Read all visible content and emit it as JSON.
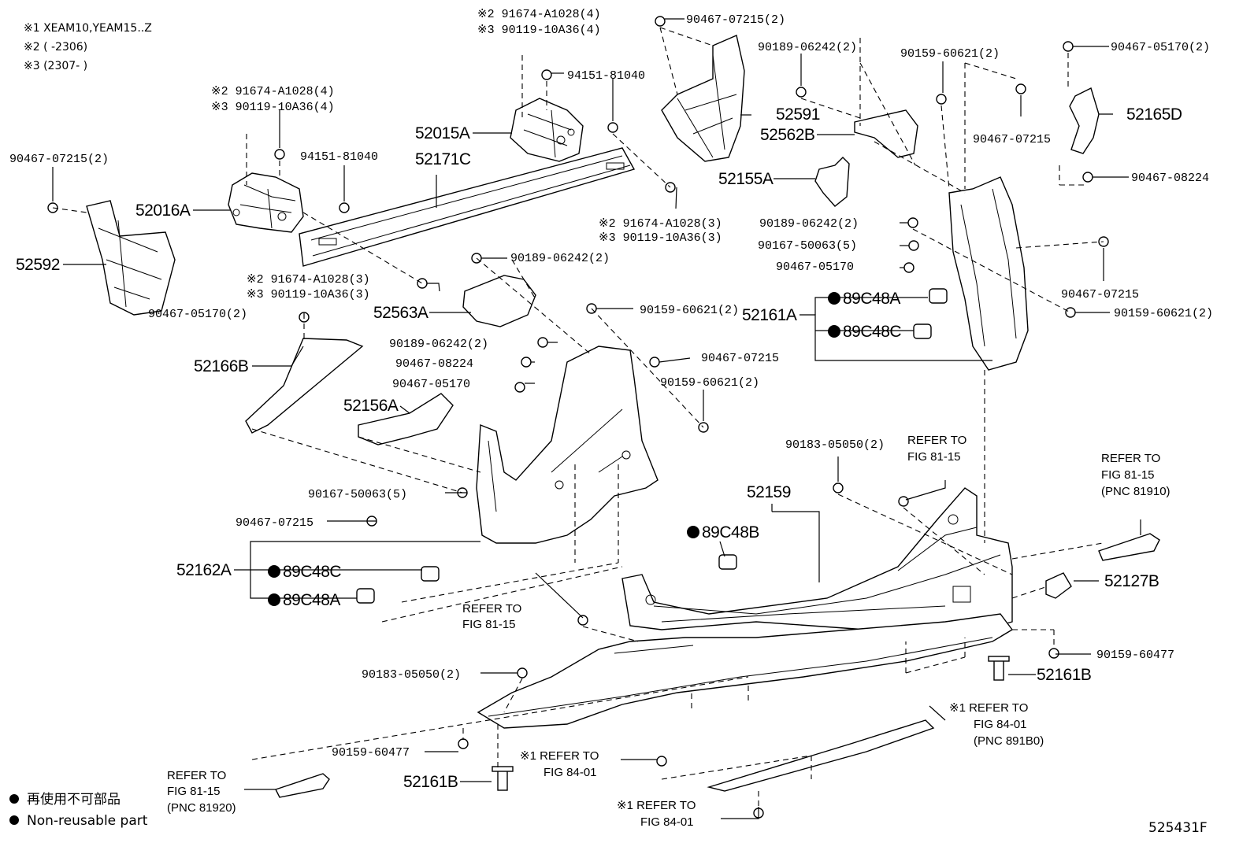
{
  "notes": {
    "n1": "※1 XEAM10,YEAM15..Z",
    "n2": "※2 (      -2306)",
    "n3": "※3 (2307-      )"
  },
  "legend": {
    "jp": "再使用不可部品",
    "en": "Non-reusable part"
  },
  "figure_id": "525431F",
  "pnc_labels": {
    "p52592": "52592",
    "p52016A": "52016A",
    "p52015A": "52015A",
    "p52171C": "52171C",
    "p52591": "52591",
    "p52562B": "52562B",
    "p52165D": "52165D",
    "p52155A": "52155A",
    "p52161A": "52161A",
    "p52563A": "52563A",
    "p52166B": "52166B",
    "p52156A": "52156A",
    "p52162A": "52162A",
    "p52159": "52159",
    "p52127B": "52127B",
    "p52161B_r": "52161B",
    "p52161B_l": "52161B",
    "c89C48A_r": "89C48A",
    "c89C48C_r": "89C48C",
    "c89C48B": "89C48B",
    "c89C48C_l": "89C48C",
    "c89C48A_l": "89C48A"
  },
  "part_numbers": {
    "a1": "※2 91674-A1028(4)",
    "a2": "※3 90119-10A36(4)",
    "b1": "※2 91674-A1028(4)",
    "b2": "※3 90119-10A36(4)",
    "c1": "94151-81040",
    "c2": "94151-81040",
    "d1": "90467-07215(2)",
    "d2": "90467-07215(2)",
    "e1": "※2 91674-A1028(3)",
    "e2": "※3 90119-10A36(3)",
    "f1": "※2 91674-A1028(3)",
    "f2": "※3 90119-10A36(3)",
    "g1": "90189-06242(2)",
    "g2": "90159-60621(2)",
    "g3": "90467-05170(2)",
    "g4": "90467-07215",
    "g5": "90467-08224",
    "h1": "90189-06242(2)",
    "h2": "90167-50063(5)",
    "h3": "90467-05170",
    "h4": "90467-07215",
    "h5": "90159-60621(2)",
    "i1": "90467-05170(2)",
    "j1": "90189-06242(2)",
    "j2": "90159-60621(2)",
    "k1": "90189-06242(2)",
    "k2": "90467-08224",
    "k3": "90467-05170",
    "k4": "90467-07215",
    "k5": "90159-60621(2)",
    "l1": "90167-50063(5)",
    "l2": "90467-07215",
    "m1": "90183-05050(2)",
    "m2": "90183-05050(2)",
    "n1": "90159-60477",
    "n2": "90159-60477"
  },
  "refer": {
    "r1a": "REFER TO",
    "r1b": "FIG 81-15",
    "r2a": "REFER TO",
    "r2b": "FIG 81-15",
    "r2c": "(PNC 81910)",
    "r3a": "REFER TO",
    "r3b": "FIG 81-15",
    "r4a": "※1 REFER TO",
    "r4b": "FIG 84-01",
    "r4c": "(PNC 891B0)",
    "r5a": "※1 REFER TO",
    "r5b": "FIG 84-01",
    "r6a": "REFER TO",
    "r6b": "FIG 81-15",
    "r6c": "(PNC 81920)",
    "r7a": "※1 REFER TO",
    "r7b": "FIG 84-01"
  }
}
